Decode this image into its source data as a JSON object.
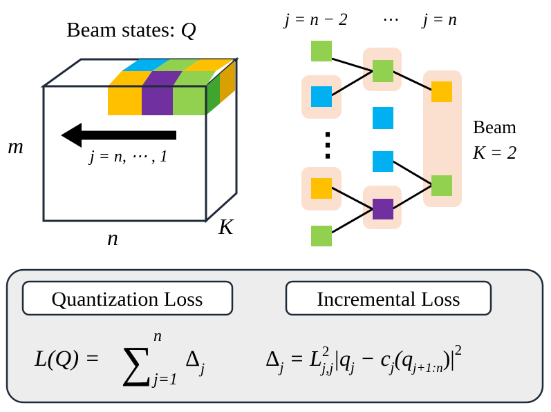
{
  "cube": {
    "title": "Beam states: ",
    "title_var": "Q",
    "label_m": "m",
    "label_n": "n",
    "label_k": "K",
    "arrow_label": "j = n, ⋯ , 1"
  },
  "tree": {
    "header_left": "j = n − 2",
    "header_dots": "⋯",
    "header_right": "j = n",
    "vdots": "⋮",
    "beam_label": "Beam",
    "beam_k": "K = 2"
  },
  "loss_panel": {
    "quant_label": "Quantization Loss",
    "incr_label": "Incremental Loss",
    "formula_l": {
      "lhs": "L(Q) =",
      "sum": "∑",
      "upper": "n",
      "lower": "j=1",
      "term": "Δ",
      "term_sub": "j"
    },
    "formula_delta": {
      "lhs": "Δ",
      "lhs_sub": "j",
      "eq": " = L",
      "sup": "2",
      "sub": "j,j",
      "body1": "|q",
      "body1_sub": "j",
      "body2": " − c",
      "body2_sub": "j",
      "body3": "(q",
      "body3_sub": "j+1:n",
      "body4": ")|",
      "body4_sup": "2"
    }
  },
  "colors": {
    "yellow": "#FFC000",
    "purple": "#7030A0",
    "green": "#92D050",
    "blue": "#00B0F0",
    "highlight": "#FBE0D0",
    "panel": "#EDEDED",
    "stroke": "#1F2A3A"
  }
}
